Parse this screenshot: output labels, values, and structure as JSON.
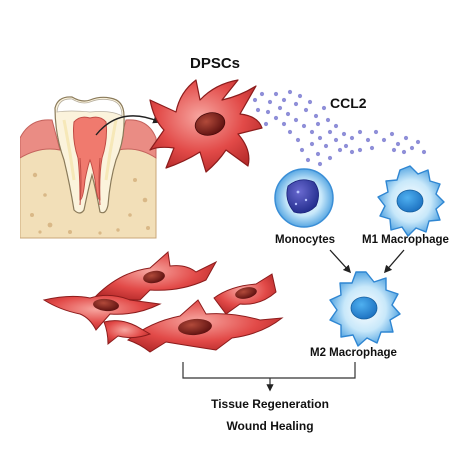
{
  "labels": {
    "dpscs": "DPSCs",
    "ccl2": "CCL2",
    "monocytes": "Monocytes",
    "m1": "M1 Macrophage",
    "m2": "M2 Macrophage",
    "outcome1": "Tissue Regeneration",
    "outcome2": "Wound Healing"
  },
  "icons": {
    "tooth": "tooth-cross-section-icon",
    "stem_cell": "dental-pulp-stem-cell-icon",
    "chemokine": "ccl2-dots-icon",
    "monocyte": "monocyte-cell-icon",
    "m1": "m1-macrophage-icon",
    "m2": "m2-macrophage-icon",
    "fibroblasts": "spindle-cells-icon"
  },
  "colors": {
    "cell_red": "#e04848",
    "nucleus": "#7a1616",
    "cell_blue": "#4a9fe0",
    "cell_light_blue": "#c7e5f8",
    "bone": "#f0dcb4",
    "gum": "#e88b84",
    "chemokine": "#8f8fd8"
  }
}
